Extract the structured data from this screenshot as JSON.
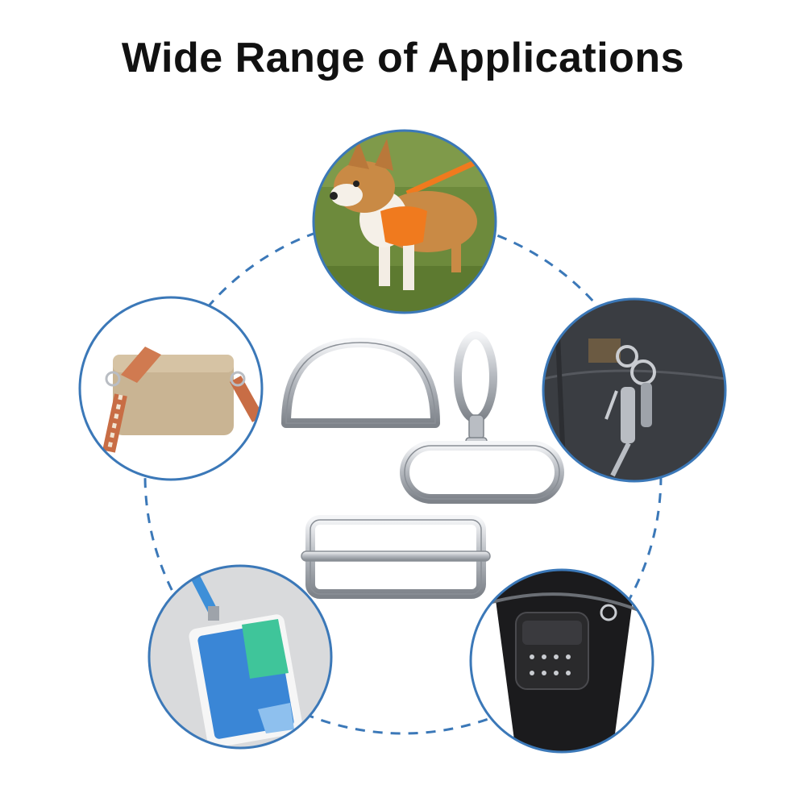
{
  "header": {
    "title": "Wide Range of Applications"
  },
  "colors": {
    "ring_border": "#3b78b8",
    "dashed_line": "#3b78b8",
    "metal": "#c9ccd1",
    "background": "#ffffff"
  },
  "applications": [
    {
      "id": "dog-harness",
      "icon": "dog-icon"
    },
    {
      "id": "denim-keys",
      "icon": "key-icon"
    },
    {
      "id": "leg-bag",
      "icon": "bag-icon"
    },
    {
      "id": "lanyard-card",
      "icon": "badge-icon"
    },
    {
      "id": "crossbody-bag",
      "icon": "purse-icon"
    }
  ],
  "products": [
    {
      "id": "d-ring",
      "icon": "d-ring-icon"
    },
    {
      "id": "snap-hook",
      "icon": "snap-hook-icon"
    },
    {
      "id": "slide-buckle",
      "icon": "slide-buckle-icon"
    }
  ]
}
